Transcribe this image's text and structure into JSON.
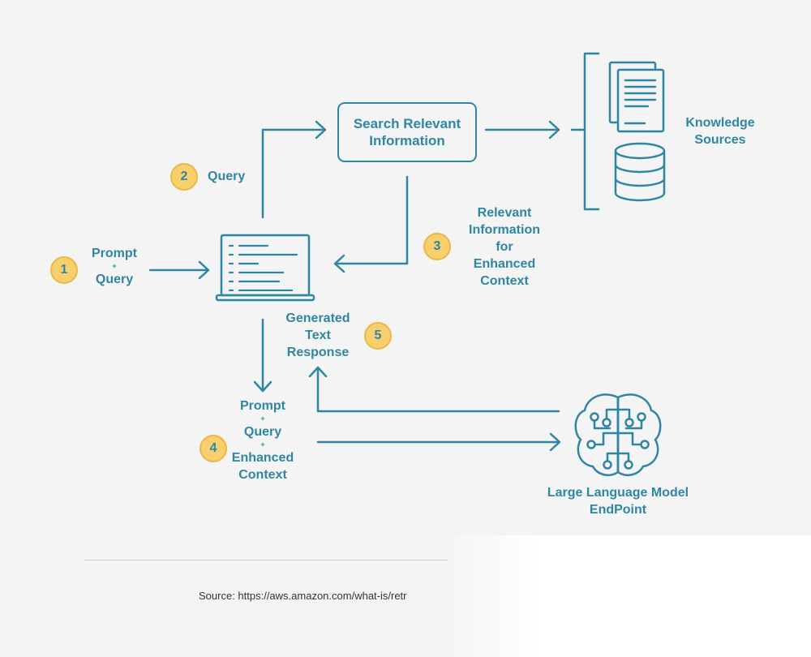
{
  "diagram": {
    "step1": {
      "number": "1",
      "label_top": "Prompt",
      "plus": "+",
      "label_bottom": "Query"
    },
    "step2": {
      "number": "2",
      "label": "Query"
    },
    "search_box": {
      "line1": "Search Relevant",
      "line2": "Information"
    },
    "knowledge_sources": {
      "line1": "Knowledge",
      "line2": "Sources",
      "icons": [
        "documents-icon",
        "database-icon"
      ]
    },
    "step3": {
      "number": "3",
      "lines": [
        "Relevant",
        "Information",
        "for",
        "Enhanced",
        "Context"
      ]
    },
    "client_icon": "laptop-icon",
    "step4": {
      "number": "4",
      "line1": "Prompt",
      "plus1": "+",
      "line2": "Query",
      "plus2": "+",
      "line3": "Enhanced",
      "line4": "Context"
    },
    "step5": {
      "number": "5",
      "lines": [
        "Generated",
        "Text",
        "Response"
      ]
    },
    "llm": {
      "icon": "brain-circuit-icon",
      "line1": "Large Language Model",
      "line2": "EndPoint"
    },
    "colors": {
      "accent": "#2f86a3",
      "badge": "#f8cf6c",
      "background": "#f4f4f4"
    }
  },
  "footer": {
    "source": "Source: https://aws.amazon.com/what-is/retr"
  }
}
